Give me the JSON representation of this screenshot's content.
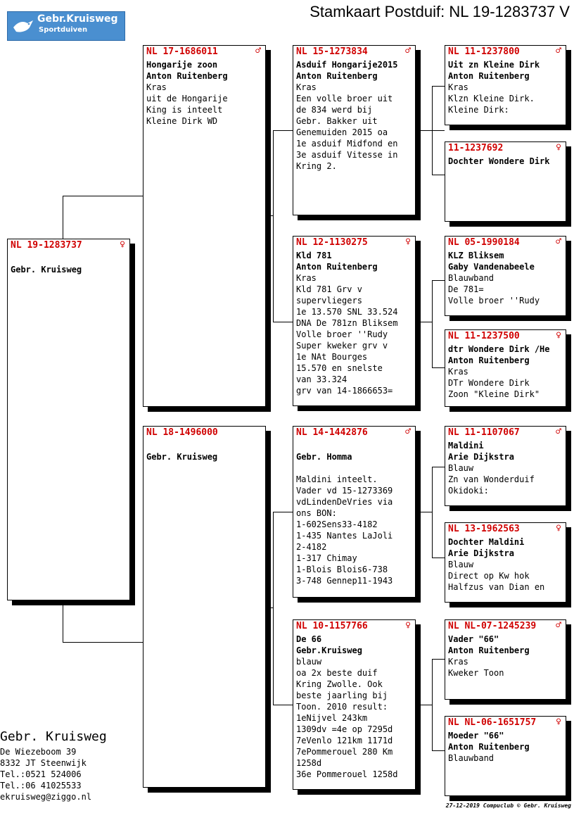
{
  "header": {
    "logo_line1": "Gebr.Kruisweg",
    "logo_line2": "Sportduiven",
    "title": "Stamkaart Postduif: NL  19-1283737 V"
  },
  "subject": {
    "ring": "NL  19-1283737",
    "sex": "♀",
    "lines": [
      {
        "t": "",
        "b": false
      },
      {
        "t": "Gebr. Kruisweg",
        "b": true
      }
    ]
  },
  "father": {
    "ring": "NL  17-1686011",
    "sex": "♂",
    "lines": [
      {
        "t": "Hongarije zoon",
        "b": true
      },
      {
        "t": "Anton Ruitenberg",
        "b": true
      },
      {
        "t": "Kras",
        "b": false
      },
      {
        "t": "uit de Hongarije",
        "b": false
      },
      {
        "t": "King is inteelt",
        "b": false
      },
      {
        "t": "Kleine Dirk WD",
        "b": false
      }
    ]
  },
  "mother": {
    "ring": "NL  18-1496000",
    "sex": "",
    "lines": [
      {
        "t": "",
        "b": false
      },
      {
        "t": "Gebr. Kruisweg",
        "b": true
      }
    ]
  },
  "ff": {
    "ring": "NL  15-1273834",
    "sex": "♂",
    "lines": [
      {
        "t": "Asduif Hongarije2015",
        "b": true
      },
      {
        "t": "Anton Ruitenberg",
        "b": true
      },
      {
        "t": "Kras",
        "b": false
      },
      {
        "t": "Een volle broer uit",
        "b": false
      },
      {
        "t": "de 834 werd bij",
        "b": false
      },
      {
        "t": "Gebr. Bakker uit",
        "b": false
      },
      {
        "t": "Genemuiden 2015 oa",
        "b": false
      },
      {
        "t": "1e asduif Midfond en",
        "b": false
      },
      {
        "t": "3e asduif Vitesse in",
        "b": false
      },
      {
        "t": "Kring 2.",
        "b": false
      }
    ]
  },
  "fm": {
    "ring": "NL  12-1130275",
    "sex": "♀",
    "lines": [
      {
        "t": "Kld 781",
        "b": true
      },
      {
        "t": "Anton Ruitenberg",
        "b": true
      },
      {
        "t": "Kras",
        "b": false
      },
      {
        "t": "Kld 781 Grv v",
        "b": false
      },
      {
        "t": "supervliegers",
        "b": false
      },
      {
        "t": "1e 13.570 SNL 33.524",
        "b": false
      },
      {
        "t": "DNA De 781zn Bliksem",
        "b": false
      },
      {
        "t": "Volle broer ''Rudy",
        "b": false
      },
      {
        "t": "Super kweker grv v",
        "b": false
      },
      {
        "t": "1e NAt Bourges",
        "b": false
      },
      {
        "t": "15.570 en snelste",
        "b": false
      },
      {
        "t": "van 33.324",
        "b": false
      },
      {
        "t": "grv van 14-1866653=",
        "b": false
      }
    ]
  },
  "mf": {
    "ring": "NL  14-1442876",
    "sex": "♂",
    "lines": [
      {
        "t": "",
        "b": false
      },
      {
        "t": "Gebr. Homma",
        "b": true
      },
      {
        "t": "",
        "b": false
      },
      {
        "t": "Maldini inteelt.",
        "b": false
      },
      {
        "t": "Vader vd 15-1273369",
        "b": false
      },
      {
        "t": "vdLindenDeVries via",
        "b": false
      },
      {
        "t": "ons BON:",
        "b": false
      },
      {
        "t": "1-602Sens33-4182",
        "b": false
      },
      {
        "t": "1-435 Nantes LaJoli",
        "b": false
      },
      {
        "t": "2-4182",
        "b": false
      },
      {
        "t": "1-317 Chimay",
        "b": false
      },
      {
        "t": "1-Blois Blois6-738",
        "b": false
      },
      {
        "t": "3-748 Gennep11-1943",
        "b": false
      }
    ]
  },
  "mm": {
    "ring": "NL  10-1157766",
    "sex": "♀",
    "lines": [
      {
        "t": "De 66",
        "b": true
      },
      {
        "t": "Gebr.Kruisweg",
        "b": true
      },
      {
        "t": "blauw",
        "b": false
      },
      {
        "t": "oa 2x beste duif",
        "b": false
      },
      {
        "t": "Kring Zwolle. Ook",
        "b": false
      },
      {
        "t": "beste jaarling bij",
        "b": false
      },
      {
        "t": "Toon. 2010 result:",
        "b": false
      },
      {
        "t": "1eNijvel 243km",
        "b": false
      },
      {
        "t": "1309dv =4e op 7295d",
        "b": false
      },
      {
        "t": "7eVenlo 121km 1171d",
        "b": false
      },
      {
        "t": "7ePommerouel 280 Km",
        "b": false
      },
      {
        "t": "1258d",
        "b": false
      },
      {
        "t": "36e Pommerouel 1258d",
        "b": false
      }
    ]
  },
  "fff": {
    "ring": "NL  11-1237800",
    "sex": "♂",
    "lines": [
      {
        "t": "Uit zn Kleine Dirk",
        "b": true
      },
      {
        "t": "Anton Ruitenberg",
        "b": true
      },
      {
        "t": "Kras",
        "b": false
      },
      {
        "t": "Klzn Kleine Dirk.",
        "b": false
      },
      {
        "t": "Kleine Dirk:",
        "b": false
      }
    ]
  },
  "ffm": {
    "ring": "    11-1237692",
    "sex": "♀",
    "lines": [
      {
        "t": "Dochter Wondere Dirk",
        "b": true
      }
    ]
  },
  "fmf": {
    "ring": "NL  05-1990184",
    "sex": "♂",
    "lines": [
      {
        "t": "KLZ Bliksem",
        "b": true
      },
      {
        "t": "Gaby Vandenabeele",
        "b": true
      },
      {
        "t": "Blauwband",
        "b": false
      },
      {
        "t": "De 781=",
        "b": false
      },
      {
        "t": "Volle broer ''Rudy",
        "b": false
      }
    ]
  },
  "fmm": {
    "ring": "NL  11-1237500",
    "sex": "♀",
    "lines": [
      {
        "t": "dtr Wondere Dirk /He",
        "b": true
      },
      {
        "t": "Anton Ruitenberg",
        "b": true
      },
      {
        "t": "Kras",
        "b": false
      },
      {
        "t": "DTr Wondere Dirk",
        "b": false
      },
      {
        "t": "Zoon \"Kleine Dirk\"",
        "b": false
      }
    ]
  },
  "mff": {
    "ring": "NL  11-1107067",
    "sex": "♂",
    "lines": [
      {
        "t": "Maldini",
        "b": true
      },
      {
        "t": "Arie Dijkstra",
        "b": true
      },
      {
        "t": "Blauw",
        "b": false
      },
      {
        "t": "Zn van Wonderduif",
        "b": false
      },
      {
        "t": "Okidoki:",
        "b": false
      }
    ]
  },
  "mfm": {
    "ring": "NL  13-1962563",
    "sex": "♀",
    "lines": [
      {
        "t": "Dochter Maldini",
        "b": true
      },
      {
        "t": "Arie Dijkstra",
        "b": true
      },
      {
        "t": "Blauw",
        "b": false
      },
      {
        "t": "Direct op Kw hok",
        "b": false
      },
      {
        "t": "Halfzus van Dian en",
        "b": false
      }
    ]
  },
  "mmf": {
    "ring": "NL  NL-07-1245239",
    "sex": "♂",
    "lines": [
      {
        "t": "Vader \"66\"",
        "b": true
      },
      {
        "t": "Anton Ruitenberg",
        "b": true
      },
      {
        "t": "Kras",
        "b": false
      },
      {
        "t": "Kweker Toon",
        "b": false
      }
    ]
  },
  "mmm": {
    "ring": "NL  NL-06-1651757",
    "sex": "♀",
    "lines": [
      {
        "t": "Moeder \"66\"",
        "b": true
      },
      {
        "t": "Anton Ruitenberg",
        "b": true
      },
      {
        "t": "Blauwband",
        "b": false
      }
    ]
  },
  "owner": {
    "name": "Gebr. Kruisweg",
    "address": [
      "De Wiezeboom 39",
      "8332 JT  Steenwijk",
      "Tel.:0521 524006",
      "Tel.:06 41025533",
      "ekruisweg@ziggo.nl"
    ]
  },
  "footer": {
    "date_credit": "27-12-2019   Compuclub © Gebr. Kruisweg"
  }
}
